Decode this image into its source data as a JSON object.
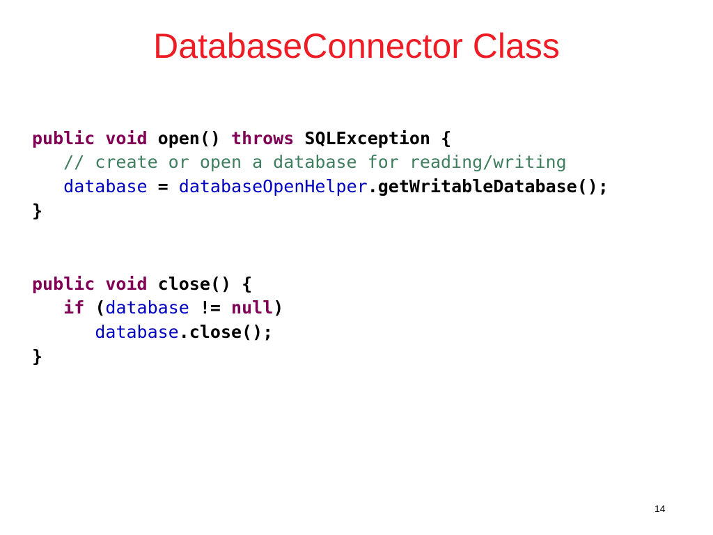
{
  "slide": {
    "title": "DatabaseConnector Class",
    "page_number": "14"
  },
  "code": {
    "line1": {
      "kw1": "public",
      "kw2": "void",
      "text1": "open()",
      "kw3": "throws",
      "text2": "SQLException {"
    },
    "line2": {
      "comment": "// create or open a database for reading/writing"
    },
    "line3": {
      "field1": "database",
      "text1": "=",
      "field2": "databaseOpenHelper",
      "text2": ".getWritableDatabase();"
    },
    "line4": {
      "text": "}"
    },
    "line5": {
      "kw1": "public",
      "kw2": "void",
      "text1": "close() {"
    },
    "line6": {
      "kw1": "if",
      "text1": "(",
      "field1": "database",
      "text2": "!=",
      "kw2": "null",
      "text3": ")"
    },
    "line7": {
      "field1": "database",
      "text1": ".close();"
    },
    "line8": {
      "text": "}"
    }
  },
  "colors": {
    "title": "#ee1c25",
    "keyword": "#7f0055",
    "field": "#0000c0",
    "comment": "#3f7f5f"
  }
}
